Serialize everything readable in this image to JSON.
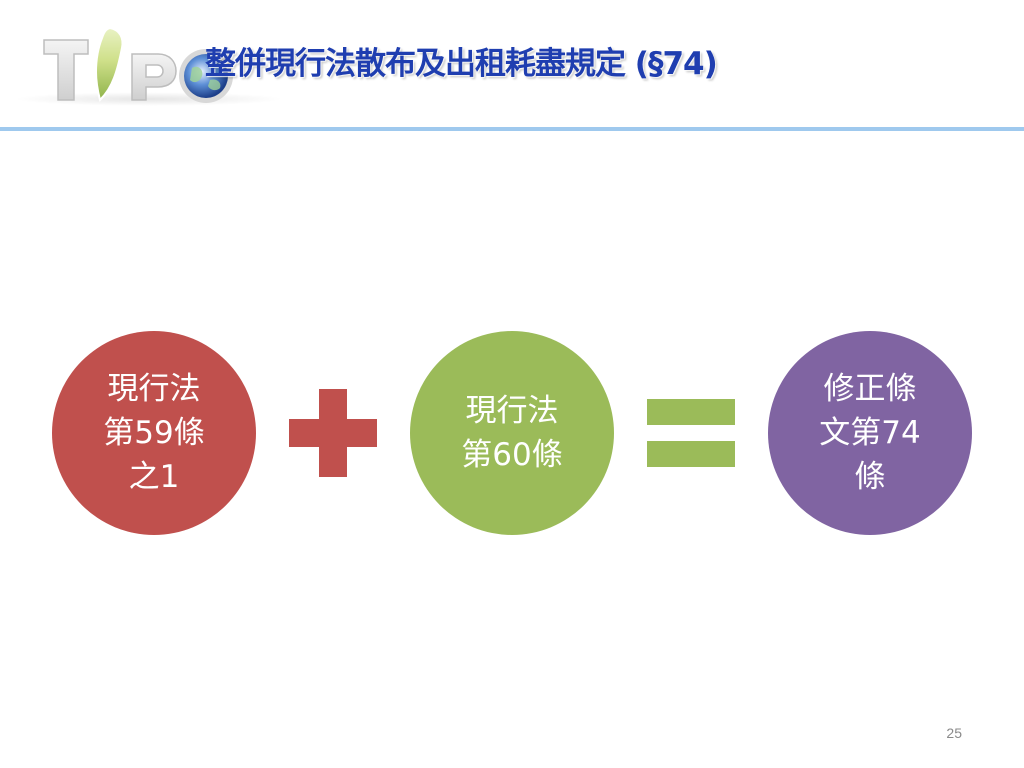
{
  "header": {
    "logo_text": "TIPO",
    "title": "整併現行法散布及出租耗盡規定 (§74)"
  },
  "equation": {
    "term1": {
      "text": "現行法\n第59條\n之1"
    },
    "operator1": "plus",
    "term2": {
      "text": "現行法\n第60條"
    },
    "operator2": "equals",
    "result": {
      "text": "修正條\n文第74\n條"
    }
  },
  "colors": {
    "title": "#1f3eb0",
    "rule": "#9fc9ee",
    "term1": "#c0504d",
    "term2": "#9bbb59",
    "result": "#8064a2"
  },
  "footer": {
    "page_number": "25"
  }
}
